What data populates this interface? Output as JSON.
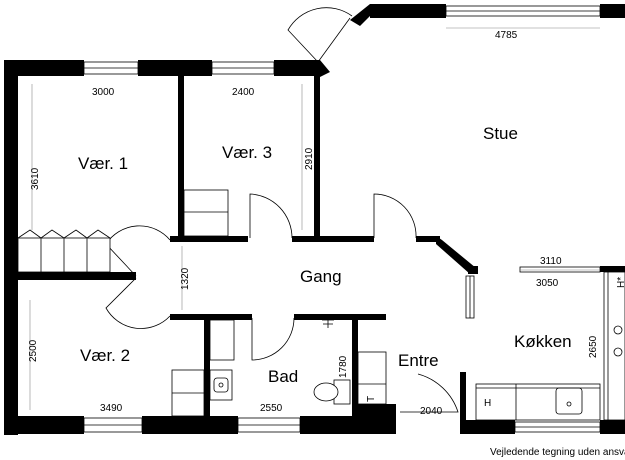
{
  "rooms": {
    "vaer1": "Vær. 1",
    "vaer2": "Vær. 2",
    "vaer3": "Vær. 3",
    "stue": "Stue",
    "gang": "Gang",
    "bad": "Bad",
    "entre": "Entre",
    "kokken": "Køkken"
  },
  "dimensions": {
    "stue_width": "4785",
    "vaer1_width": "3000",
    "vaer3_width": "2400",
    "vaer1_depth": "3610",
    "vaer3_depth": "2910",
    "gang_depth": "1320",
    "vaer2_depth": "2500",
    "vaer2_width": "3490",
    "bad_width": "2550",
    "bad_depth": "1780",
    "entre_width": "2040",
    "kokken_width_outer": "3110",
    "kokken_width_inner": "3050",
    "kokken_depth": "2650"
  },
  "markers": {
    "h_star": "H*",
    "h": "H",
    "t": "T"
  },
  "footer_note": "Vejledende tegning uden ansvar"
}
